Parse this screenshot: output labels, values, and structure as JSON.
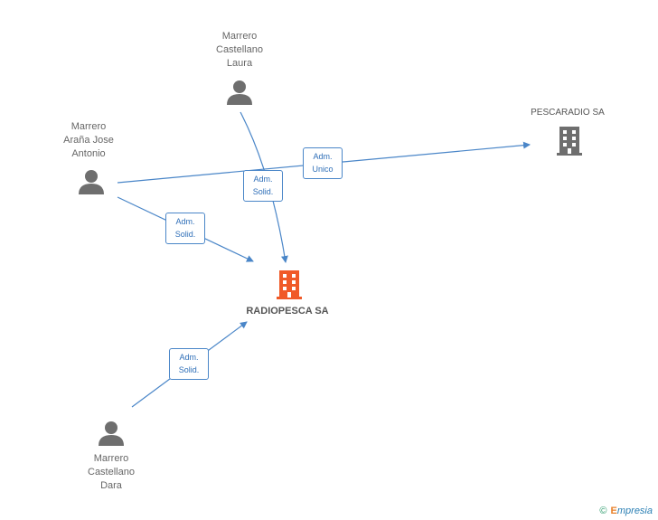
{
  "nodes": {
    "laura": {
      "label": "Marrero\nCastellano\nLaura",
      "icon": "person-icon"
    },
    "jose": {
      "label": "Marrero\nAraña Jose\nAntonio",
      "icon": "person-icon"
    },
    "dara": {
      "label": "Marrero\nCastellano\nDara",
      "icon": "person-icon"
    },
    "pescaradio": {
      "label": "PESCARADIO SA",
      "icon": "building-icon"
    },
    "radiopesca": {
      "label": "RADIOPESCA SA",
      "icon": "building-icon"
    }
  },
  "edges": [
    {
      "label": "Adm.\nUnico",
      "from": "Marrero Araña Jose Antonio",
      "to": "PESCARADIO SA"
    },
    {
      "label": "Adm.\nSolid.",
      "from": "Marrero Castellano Laura",
      "to": "RADIOPESCA SA"
    },
    {
      "label": "Adm.\nSolid.",
      "from": "Marrero Araña Jose Antonio",
      "to": "RADIOPESCA SA"
    },
    {
      "label": "Adm.\nSolid.",
      "from": "Marrero Castellano Dara",
      "to": "RADIOPESCA SA"
    }
  ],
  "colors": {
    "edge": "#4a86c8",
    "person": "#6e6e6e",
    "company": "#6e6e6e",
    "main_company": "#f05a28"
  },
  "footer": {
    "copyright": "©",
    "brand_first": "E",
    "brand_rest": "mpresia"
  }
}
